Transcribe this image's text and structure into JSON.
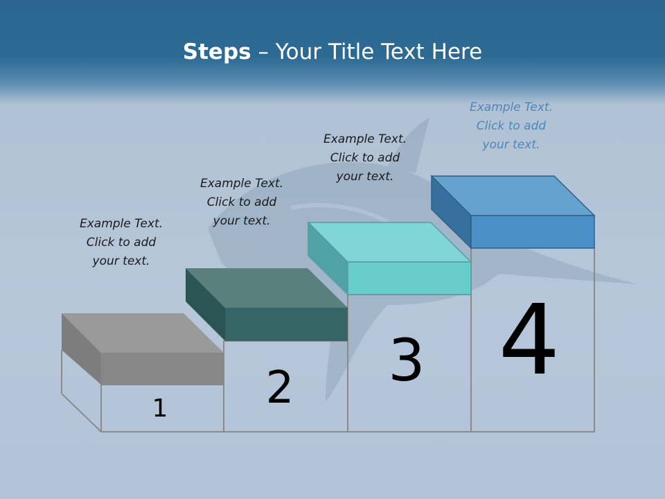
{
  "slide": {
    "title_bold": "Steps",
    "title_rest": " – Your Title Text Here"
  },
  "steps": [
    {
      "number": "1",
      "line1": "Example Text.",
      "line2": "Click  to add",
      "line3": "your text.",
      "top_color": "#9a9a9a",
      "front_color": "#878787",
      "side_color": "#7d7d7d"
    },
    {
      "number": "2",
      "line1": "Example Text.",
      "line2": "Click  to add",
      "line3": "your text.",
      "top_color": "#5a807d",
      "front_color": "#356665",
      "side_color": "#2b5554"
    },
    {
      "number": "3",
      "line1": "Example Text.",
      "line2": "Click  to add",
      "line3": "your text.",
      "top_color": "#80d6d6",
      "front_color": "#66cccc",
      "side_color": "#4fa3a6"
    },
    {
      "number": "4",
      "line1": "Example Text.",
      "line2": "Click  to add",
      "line3": "your text.",
      "top_color": "#65a2d0",
      "front_color": "#4a8fc6",
      "side_color": "#36719e"
    }
  ]
}
